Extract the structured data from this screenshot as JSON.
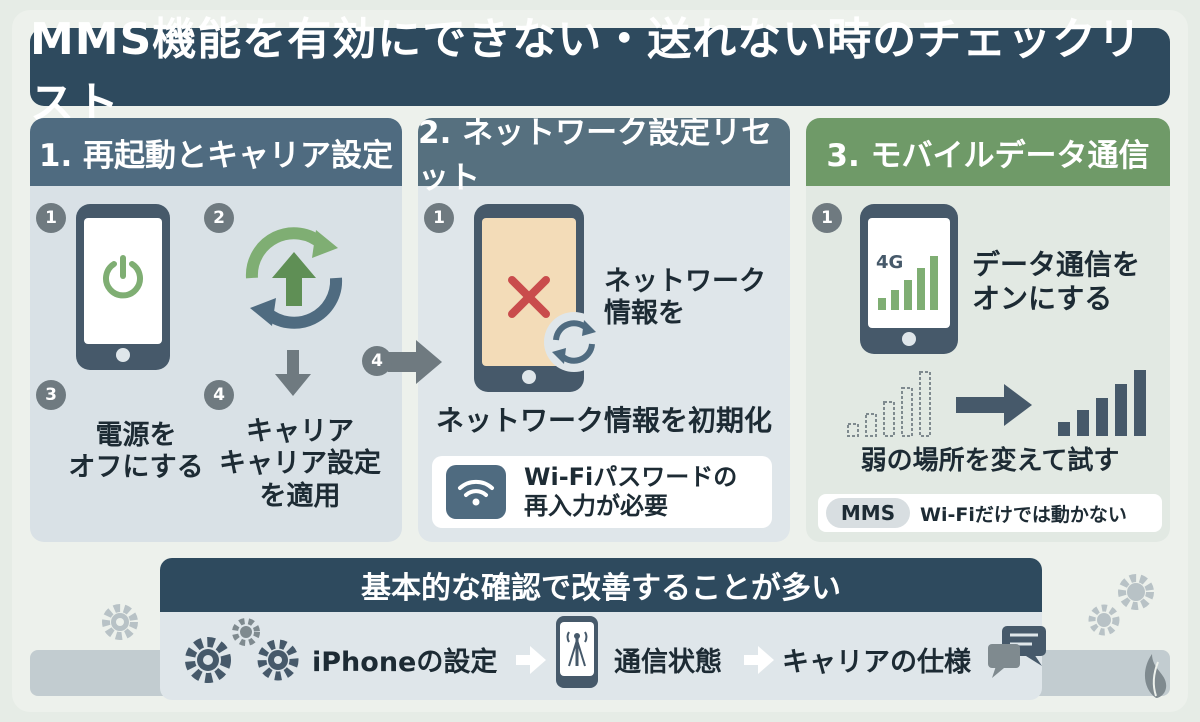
{
  "title": "MMS機能を有効にできない・送れない時のチェックリスト",
  "colors": {
    "navy": "#2e4a5e",
    "slate": "#4f6b80",
    "green": "#6f9a68",
    "red": "#c94c4c",
    "light_green": "#7fae73"
  },
  "panels": [
    {
      "heading": "1. 再起動とキャリア設定",
      "steps": [
        {
          "num": "1",
          "icon": "power-icon"
        },
        {
          "num": "2",
          "icon": "refresh-update-icon"
        },
        {
          "num": "3",
          "label": "電源を\nオフにする"
        },
        {
          "num": "4",
          "label": "キャリア\nキャリア設定\nを適用"
        }
      ]
    },
    {
      "heading": "2. ネットワーク設定リセット",
      "step_num": "1",
      "arrow_num": "4",
      "phone_caption": "ネットワーク\n情報を",
      "label": "ネットワーク情報を初期化",
      "note": "Wi-Fiパスワードの\n再入力が必要"
    },
    {
      "heading": "3. モバイルデータ通信",
      "step_num": "1",
      "phone_badge": "4G",
      "caption": "データ通信を\nオンにする",
      "label": "弱の場所を変えて試す",
      "mms_badge": "MMS",
      "mms_note": "Wi-Fiだけでは動かない"
    }
  ],
  "bottom": {
    "heading": "基本的な確認で改善することが多い",
    "items": [
      "iPhoneの設定",
      "通信状態",
      "キャリアの仕様"
    ]
  }
}
